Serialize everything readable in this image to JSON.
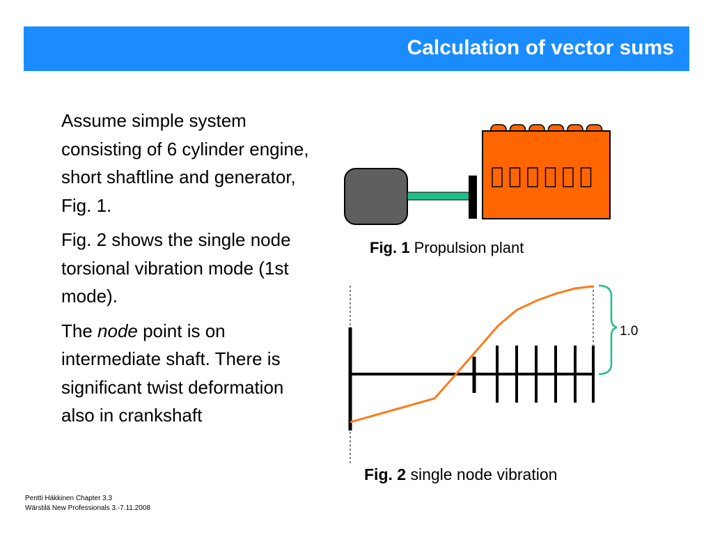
{
  "slide": {
    "title": "Calculation of vector sums",
    "paragraphs": [
      {
        "before": "Assume simple system consisting of 6 cylinder engine, short shaftline and generator, Fig. 1.",
        "em": "",
        "after": ""
      },
      {
        "before": "Fig. 2 shows the single node torsional vibration mode (1st mode).",
        "em": "",
        "after": ""
      },
      {
        "before": "The ",
        "em": "node",
        "after": " point is on intermediate shaft. There is significant twist deformation also in crankshaft"
      }
    ]
  },
  "fig1": {
    "caption_label": "Fig. 1",
    "caption_text": " Propulsion plant",
    "colors": {
      "generator": "#5f5f5f",
      "shaft": "#1fbf8a",
      "engine": "#ff6600",
      "flange": "#000000"
    },
    "cylinders": 6
  },
  "fig2": {
    "caption_label": "Fig. 2",
    "caption_text": " single node vibration",
    "amplitude_label": "1.0",
    "colors": {
      "mode_line": "#ff7a1a",
      "brace": "#1fbf8a",
      "shaft": "#000000"
    }
  },
  "footer": {
    "line1": "Pentti Häkkinen Chapter 3.3",
    "line2": "Wärstilä New Professionals 3.-7.11.2008"
  }
}
